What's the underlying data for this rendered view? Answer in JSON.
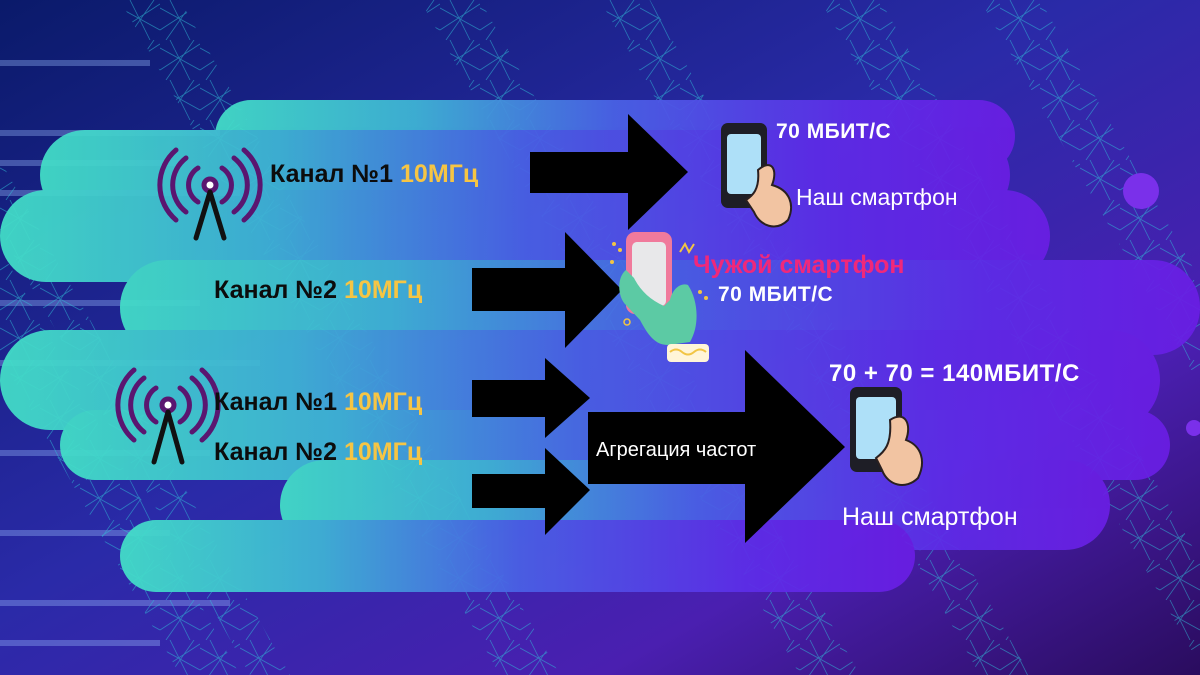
{
  "colors": {
    "accent": "#f6c544",
    "other_phone_label": "#f0287a",
    "banner_left": "#43e0c8",
    "banner_right": "#6420e8",
    "tower": "#5a1670",
    "screen": "#aee0f8",
    "phone_body": "#1e1e26",
    "hand": "#f2c4a2",
    "other_phone_case": "#f07a9c",
    "other_hand": "#5ccaa4"
  },
  "icons": {
    "tower_top": "antenna-tower-icon",
    "tower_bottom": "antenna-tower-icon",
    "our_phone": "smartphone-hand-icon",
    "other_phone": "smartphone-hand-icon"
  },
  "top": {
    "channel_1": {
      "name": "Канал №1",
      "freq": "10МГц"
    },
    "channel_2": {
      "name": "Канал №2",
      "freq": "10МГц"
    },
    "our_phone": {
      "speed": "70 МБИТ/С",
      "label": "Наш смартфон"
    },
    "other_phone": {
      "label": "Чужой смартфон",
      "speed": "70 МБИТ/С"
    }
  },
  "bottom": {
    "channel_1": {
      "name": "Канал №1",
      "freq": "10МГц"
    },
    "channel_2": {
      "name": "Канал №2",
      "freq": "10МГц"
    },
    "aggregation": "Агрегация частот",
    "sum": "70 + 70 = 140МБИТ/С",
    "our_phone_label": "Наш смартфон"
  }
}
